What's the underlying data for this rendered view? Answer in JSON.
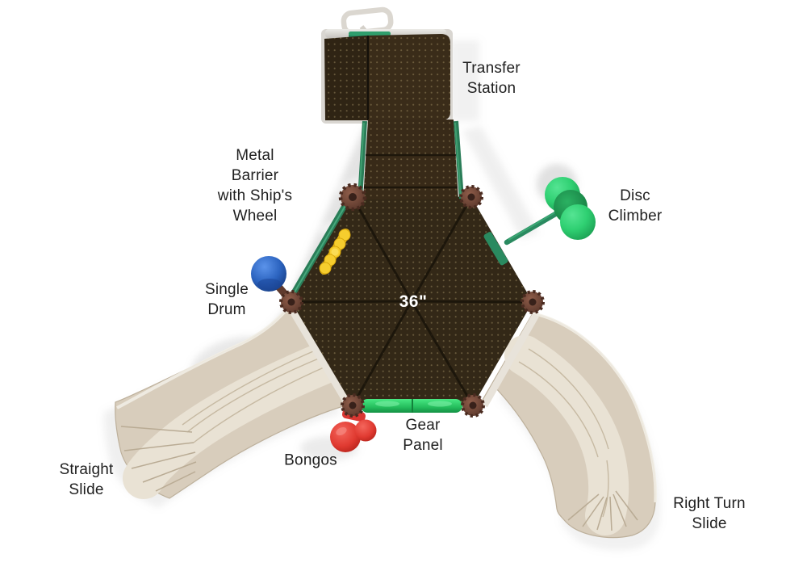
{
  "image": {
    "kind": "playground-structure-top-view-diagram",
    "background_color": "#ffffff"
  },
  "deck": {
    "size_label": "36\"",
    "color": "#332817",
    "perforation_dot_color": "#9b8a60"
  },
  "labels": {
    "transfer_station": "Transfer\nStation",
    "metal_barrier": "Metal\nBarrier\nwith Ship's\nWheel",
    "disc_climber": "Disc\nClimber",
    "single_drum": "Single\nDrum",
    "gear_panel": "Gear\nPanel",
    "bongos": "Bongos",
    "straight_slide": "Straight\nSlide",
    "right_turn_slide": "Right Turn\nSlide"
  },
  "colors": {
    "rail_green": "#2a7d58",
    "gear_panel_green": "#2bc862",
    "disc_green": "#2fd072",
    "drum_blue": "#2c64c0",
    "bongo_red": "#e03a31",
    "ships_wheel_yellow": "#eebd16",
    "connector_brown": "#6f4434",
    "slide_beige": "#d8cdbc",
    "slide_highlight": "#e9e2d4",
    "shadow_grey": "#9a9a9a",
    "label_text": "#1f1f1f",
    "deck_label_text": "#ffffff"
  }
}
